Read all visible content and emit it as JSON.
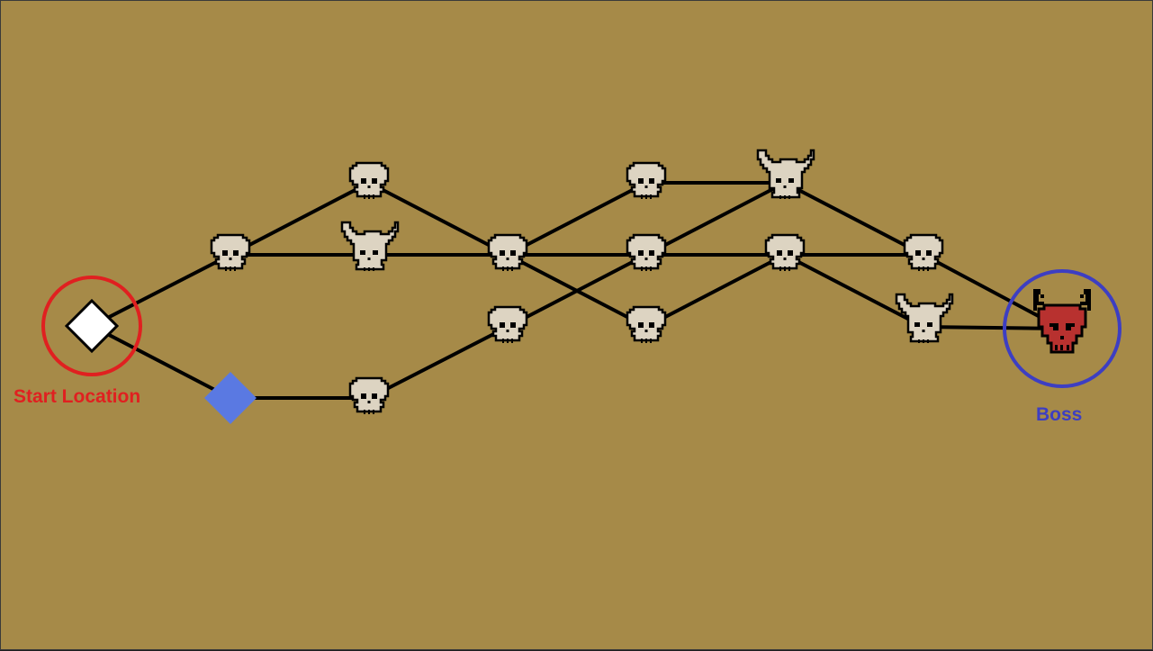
{
  "labels": {
    "start": "Start Location",
    "boss": "Boss"
  },
  "colors": {
    "background": "#a68a48",
    "path": "#000000",
    "skull": "#ddd4c2",
    "start_marker": "#ffffff",
    "visited_marker": "#5a79e2",
    "start_highlight": "#e02020",
    "boss_highlight": "#3d3ec2",
    "boss_skull": "#b8312f"
  },
  "nodes": [
    {
      "id": "start",
      "type": "start",
      "icon": "white-diamond-icon"
    },
    {
      "id": "c1-top",
      "type": "skull",
      "icon": "skull-icon"
    },
    {
      "id": "c1-bottom",
      "type": "current",
      "icon": "blue-diamond-icon"
    },
    {
      "id": "c2-top",
      "type": "skull",
      "icon": "skull-icon"
    },
    {
      "id": "c2-mid",
      "type": "horned",
      "icon": "horned-skull-icon"
    },
    {
      "id": "c2-bottom",
      "type": "skull",
      "icon": "skull-icon"
    },
    {
      "id": "c3-mid",
      "type": "skull",
      "icon": "skull-icon"
    },
    {
      "id": "c3-low",
      "type": "skull",
      "icon": "skull-icon"
    },
    {
      "id": "c4-top",
      "type": "skull",
      "icon": "skull-icon"
    },
    {
      "id": "c4-mid",
      "type": "skull",
      "icon": "skull-icon"
    },
    {
      "id": "c4-low",
      "type": "skull",
      "icon": "skull-icon"
    },
    {
      "id": "c5-top",
      "type": "horned",
      "icon": "horned-skull-icon"
    },
    {
      "id": "c5-mid",
      "type": "skull",
      "icon": "skull-icon"
    },
    {
      "id": "c6-mid",
      "type": "skull",
      "icon": "skull-icon"
    },
    {
      "id": "c6-low",
      "type": "horned",
      "icon": "horned-skull-icon"
    },
    {
      "id": "boss",
      "type": "boss",
      "icon": "demon-skull-icon"
    }
  ]
}
